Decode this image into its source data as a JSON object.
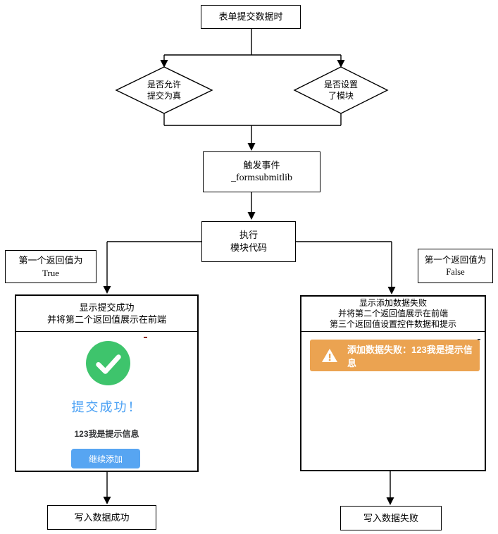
{
  "nodes": {
    "start": {
      "label": "表单提交数据时"
    },
    "decision_allow_submit": {
      "line1": "是否允许",
      "line2": "提交为真"
    },
    "decision_module_set": {
      "line1": "是否设置",
      "line2": "了模块"
    },
    "trigger_event": {
      "line1": "触发事件",
      "line2": "_formsubmitlib"
    },
    "execute_module": {
      "line1": "执行",
      "line2": "模块代码"
    },
    "branch_true": {
      "line1": "第一个返回值为",
      "line2": "True"
    },
    "branch_false": {
      "line1": "第一个返回值为",
      "line2": "False"
    },
    "write_success": {
      "label": "写入数据成功"
    },
    "write_failure": {
      "label": "写入数据失败"
    }
  },
  "success_panel": {
    "header_line1": "显示提交成功",
    "header_line2": "并将第二个返回值展示在前端",
    "title": "提交成功！",
    "message": "123我是提示信息",
    "button_label": "继续添加",
    "icon": "check-circle-icon"
  },
  "failure_panel": {
    "header_line1": "显示添加数据失败",
    "header_line2": "并将第二个返回值展示在前端",
    "header_line3": "第三个返回值设置控件数据和提示",
    "alert_text": "添加数据失败：123我是提示信息",
    "icon": "warning-triangle-icon"
  },
  "colors": {
    "success_green": "#3EC46C",
    "title_blue": "#4BA1F4",
    "button_blue": "#57A5F2",
    "warning_orange": "#EBA351",
    "message_dark": "#303133",
    "line_black": "#000000"
  }
}
